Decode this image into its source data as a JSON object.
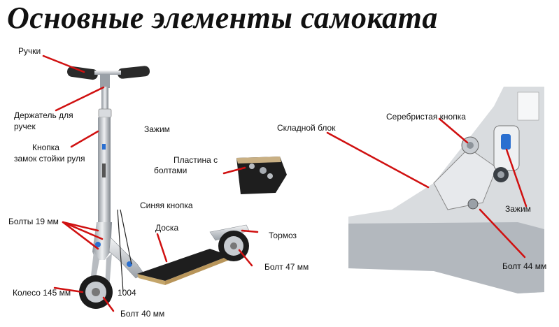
{
  "title": "Основные элементы самоката",
  "labels": {
    "handles": "Ручки",
    "handle_holder_1": "Держатель для",
    "handle_holder_2": "ручек",
    "button_lock_1": "Кнопка",
    "button_lock_2": "замок стойки руля",
    "clamp_left": "Зажим",
    "plate_1": "Пластина с",
    "plate_2": "болтами",
    "blue_button": "Синяя кнопка",
    "bolts_19": "Болты 19 мм",
    "deck": "Доска",
    "brake": "Тормоз",
    "bolt_47": "Болт 47 мм",
    "wheel_145": "Колесо 145 мм",
    "code_1004": "1004",
    "bolt_40": "Болт 40 мм",
    "folding_block": "Складной блок",
    "silver_button": "Серебристая кнопка",
    "clamp_right": "Зажим",
    "bolt_44": "Болт 44 мм"
  },
  "colors": {
    "arrow": "#d01010",
    "frame": "#c9ccd0",
    "grip": "#2a2a2a",
    "deck": "#1e1e1e",
    "accent": "#2a6fd0"
  }
}
